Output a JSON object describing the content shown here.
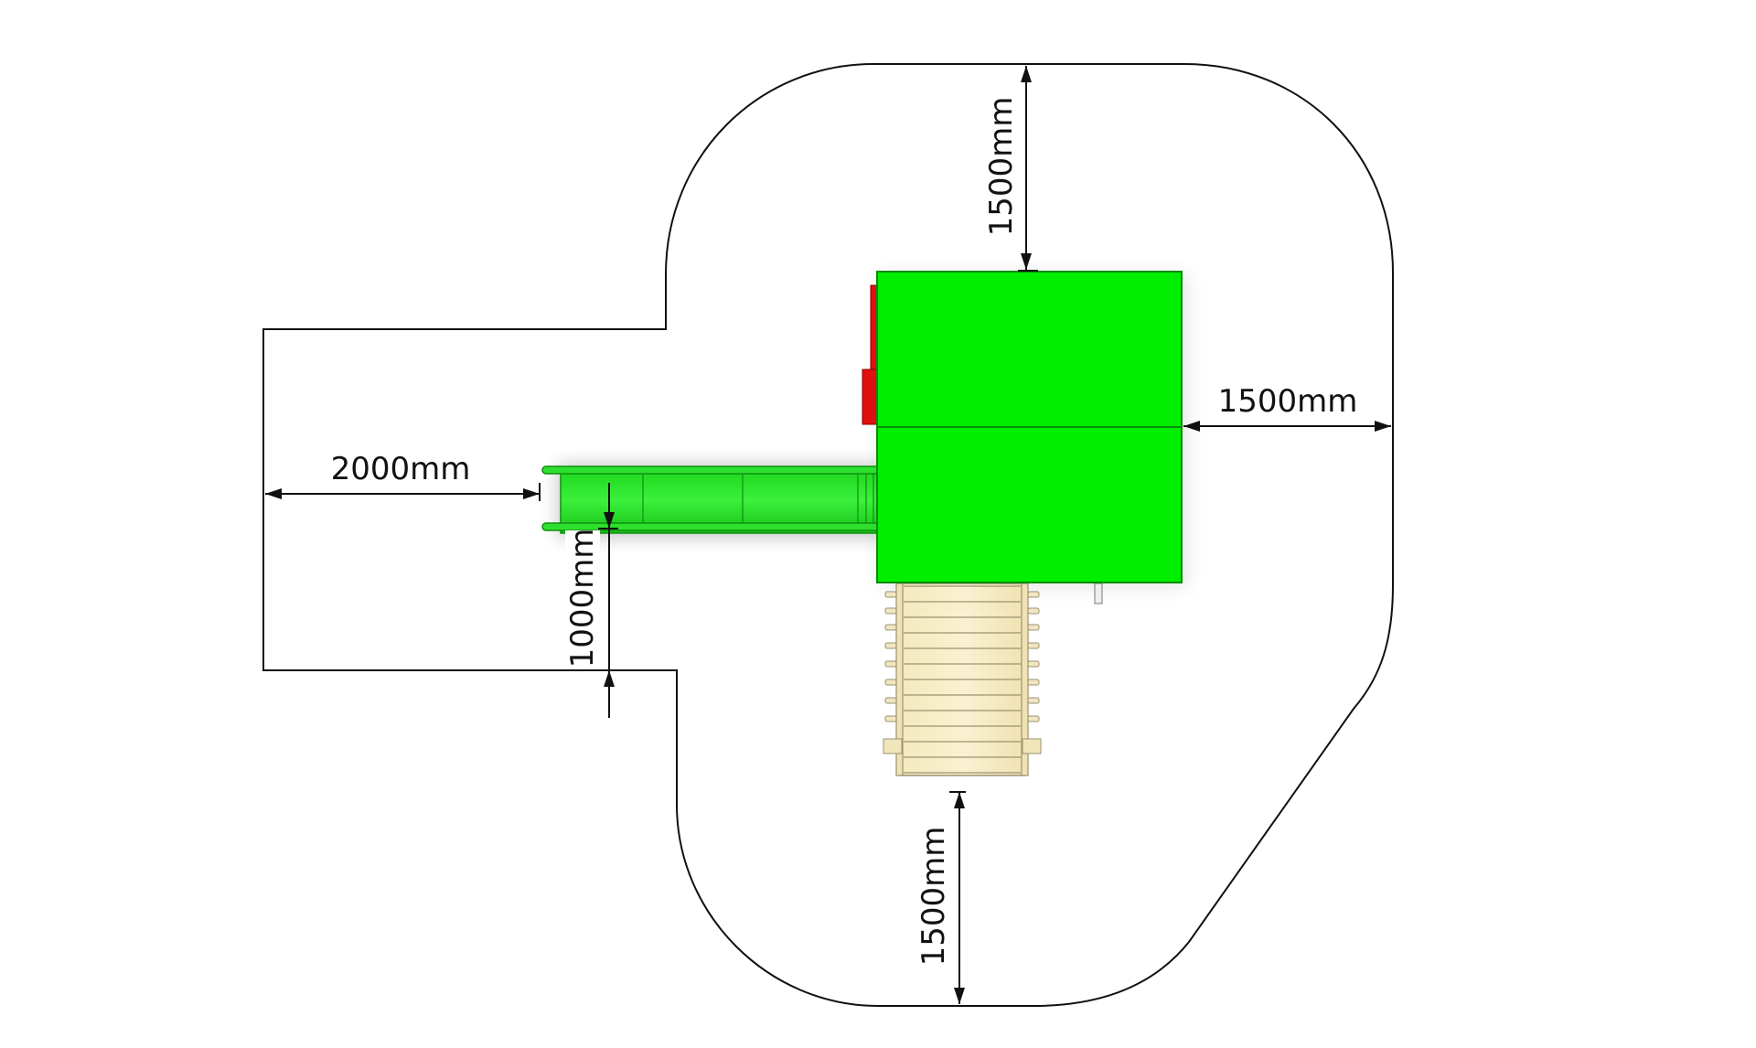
{
  "diagram": {
    "labels": {
      "top": "1500mm",
      "right": "1500mm",
      "left": "2000mm",
      "slide_width": "1000mm",
      "bottom": "1500mm"
    },
    "colors": {
      "platform": "#00ee00",
      "platform_edge": "#0a8a0a",
      "slide": "#22dd22",
      "slide_dark": "#0f9a0f",
      "handle": "#e01010",
      "ladder_wood": "#f6ecc4",
      "ladder_edge": "#9b9270",
      "line": "#111111"
    },
    "icons": {
      "platform": "playground-platform-icon",
      "slide": "slide-icon",
      "ladder": "ladder-icon"
    }
  }
}
